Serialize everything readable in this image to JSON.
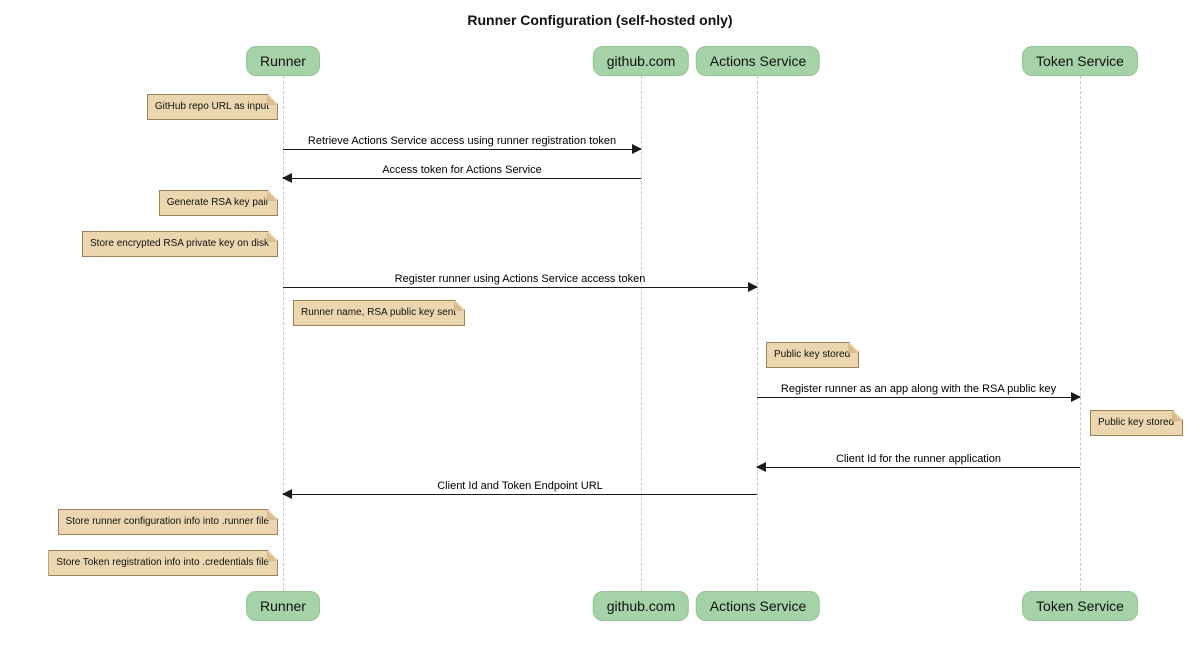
{
  "title": "Runner Configuration (self-hosted only)",
  "participants": {
    "runner": "Runner",
    "github": "github.com",
    "actions": "Actions Service",
    "token": "Token Service"
  },
  "messages": [
    {
      "from": "Runner",
      "to": "github.com",
      "text": "Retrieve Actions Service access using runner registration token"
    },
    {
      "from": "github.com",
      "to": "Runner",
      "text": "Access token for Actions Service"
    },
    {
      "from": "Runner",
      "to": "Actions Service",
      "text": "Register runner using Actions Service access token"
    },
    {
      "from": "Actions Service",
      "to": "Token Service",
      "text": "Register runner as an app along with the RSA public key"
    },
    {
      "from": "Token Service",
      "to": "Actions Service",
      "text": "Client Id for the runner application"
    },
    {
      "from": "Actions Service",
      "to": "Runner",
      "text": "Client Id and Token Endpoint URL"
    }
  ],
  "notes": [
    {
      "anchor": "Runner",
      "side": "left",
      "text": "GitHub repo URL as input"
    },
    {
      "anchor": "Runner",
      "side": "left",
      "text": "Generate RSA key pair"
    },
    {
      "anchor": "Runner",
      "side": "left",
      "text": "Store encrypted RSA private key on disk"
    },
    {
      "anchor": "Runner",
      "side": "right",
      "text": "Runner name, RSA public key sent"
    },
    {
      "anchor": "Actions Service",
      "side": "right",
      "text": "Public key stored"
    },
    {
      "anchor": "Token Service",
      "side": "right",
      "text": "Public key stored"
    },
    {
      "anchor": "Runner",
      "side": "left",
      "text": "Store runner configuration info into .runner file"
    },
    {
      "anchor": "Runner",
      "side": "left",
      "text": "Store Token registration info into .credentials file"
    }
  ],
  "colors": {
    "participant_fill": "#a5d2a7",
    "note_fill": "#ebd6b0",
    "note_border": "#9a8255",
    "note_fold": "#d9bd8e",
    "lifeline": "#c9c9c9",
    "arrow": "#1a1a1a",
    "background": "#ffffff"
  }
}
